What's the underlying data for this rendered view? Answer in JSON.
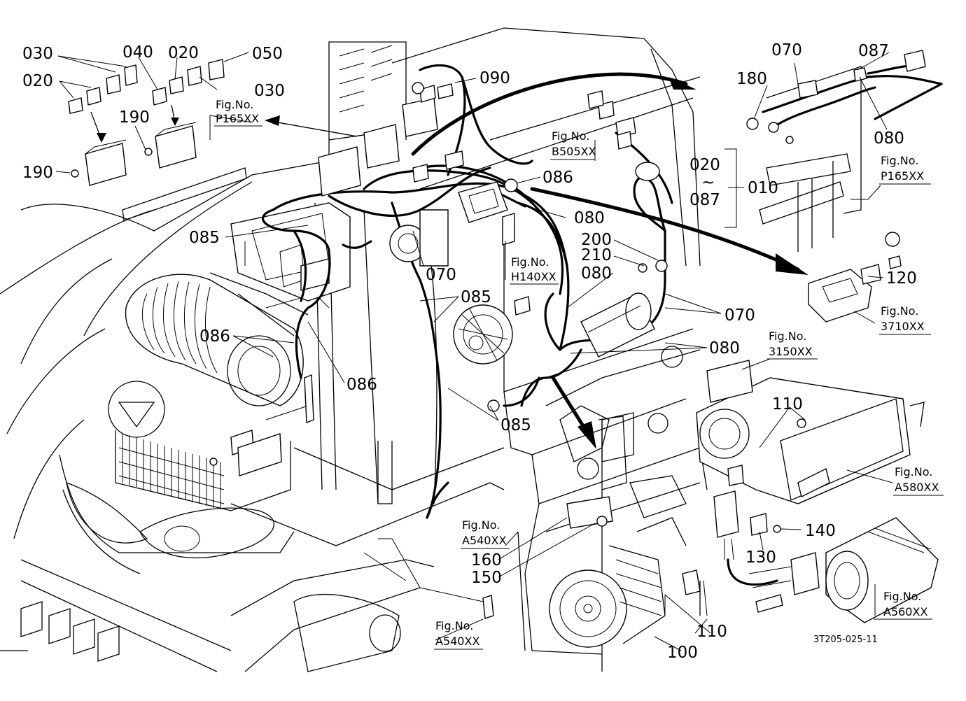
{
  "labels": {
    "l030a": "030",
    "l040": "040",
    "l020a": "020",
    "l050": "050",
    "l020b": "020",
    "l030b": "030",
    "l190a": "190",
    "l190b": "190",
    "l090": "090",
    "l086a": "086",
    "l080a": "080",
    "l085a": "085",
    "l070a": "070",
    "l200": "200",
    "l210": "210",
    "l080b": "080",
    "l085b": "085",
    "l070b": "070",
    "l086b": "086",
    "l086c": "086",
    "l080c": "080",
    "l085c": "085",
    "l020c": "020",
    "ltilde": "~",
    "l087a": "087",
    "l010": "010",
    "l070c": "070",
    "l087b": "087",
    "l180": "180",
    "l080d": "080",
    "l120": "120",
    "l110a": "110",
    "l140": "140",
    "l130": "130",
    "l160": "160",
    "l150": "150",
    "l110b": "110",
    "l100": "100"
  },
  "figrefs": {
    "p165a": {
      "fig": "Fig.No.",
      "code": "P165XX"
    },
    "b505": {
      "fig": "Fig.No.",
      "code": "B505XX"
    },
    "h140": {
      "fig": "Fig.No.",
      "code": "H140XX"
    },
    "p165b": {
      "fig": "Fig.No.",
      "code": "P165XX"
    },
    "f3710": {
      "fig": "Fig.No.",
      "code": "3710XX"
    },
    "f3150": {
      "fig": "Fig.No.",
      "code": "3150XX"
    },
    "a580": {
      "fig": "Fig.No.",
      "code": "A580XX"
    },
    "a540a": {
      "fig": "Fig.No.",
      "code": "A540XX"
    },
    "a540b": {
      "fig": "Fig.No.",
      "code": "A540XX"
    },
    "a560": {
      "fig": "Fig.No.",
      "code": "A560XX"
    }
  },
  "drawing_code": "3T205-025-11"
}
